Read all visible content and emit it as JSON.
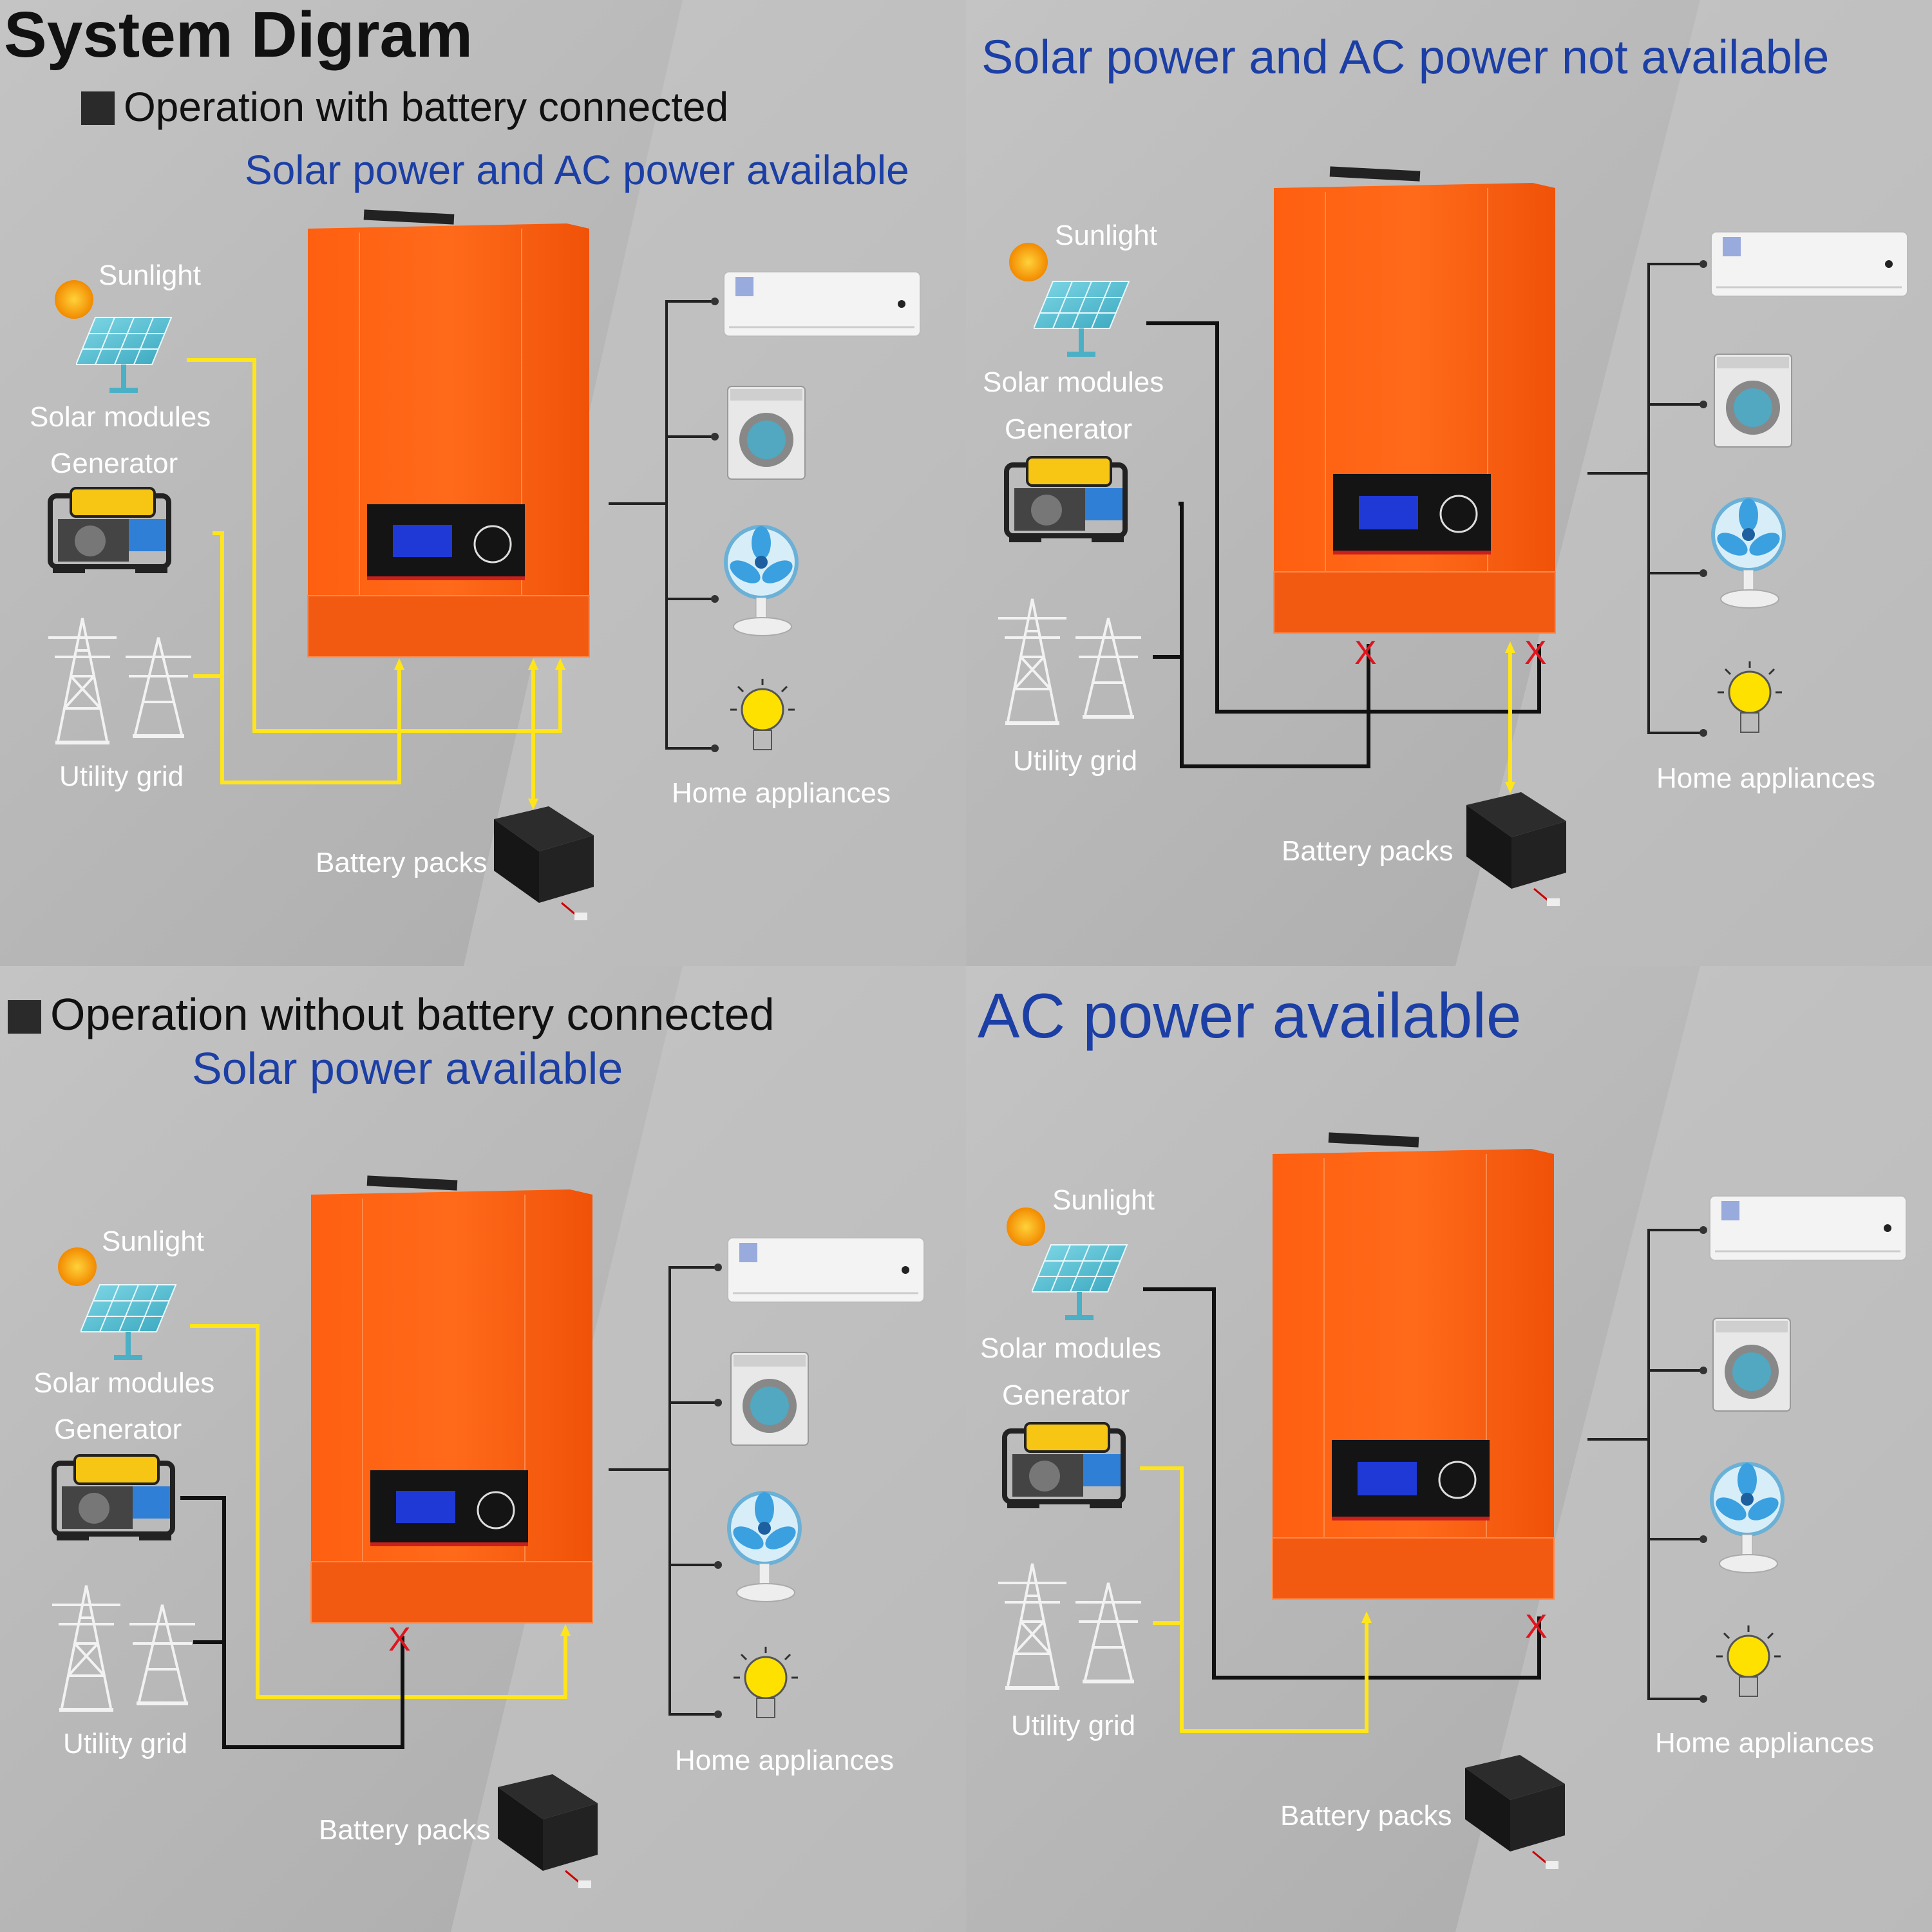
{
  "header": {
    "title": "System Digram",
    "section_battery": "Operation with battery connected",
    "section_no_battery": "Operation without battery connected"
  },
  "panels": [
    {
      "subtitle": "Solar power and AC power available",
      "labels": {
        "sunlight": "Sunlight",
        "solar": "Solar modules",
        "generator": "Generator",
        "grid": "Utility grid",
        "battery": "Battery packs",
        "home": "Home appliances"
      }
    },
    {
      "subtitle": "Solar power and AC power not available",
      "labels": {
        "sunlight": "Sunlight",
        "solar": "Solar modules",
        "generator": "Generator",
        "grid": "Utility grid",
        "battery": "Battery packs",
        "home": "Home appliances"
      },
      "marks": [
        "X",
        "X"
      ]
    },
    {
      "subtitle": "Solar power available",
      "labels": {
        "sunlight": "Sunlight",
        "solar": "Solar modules",
        "generator": "Generator",
        "grid": "Utility grid",
        "battery": "Battery packs",
        "home": "Home appliances"
      },
      "marks": [
        "X"
      ]
    },
    {
      "subtitle": "AC power available",
      "labels": {
        "sunlight": "Sunlight",
        "solar": "Solar modules",
        "generator": "Generator",
        "grid": "Utility grid",
        "battery": "Battery packs",
        "home": "Home appliances"
      },
      "marks": [
        "X"
      ]
    }
  ],
  "colors": {
    "active_line": "#ffe51a",
    "inactive_line": "#111111",
    "inverter": "#ff5a0a",
    "title": "#1c3fa5",
    "cross": "#e0141e"
  }
}
